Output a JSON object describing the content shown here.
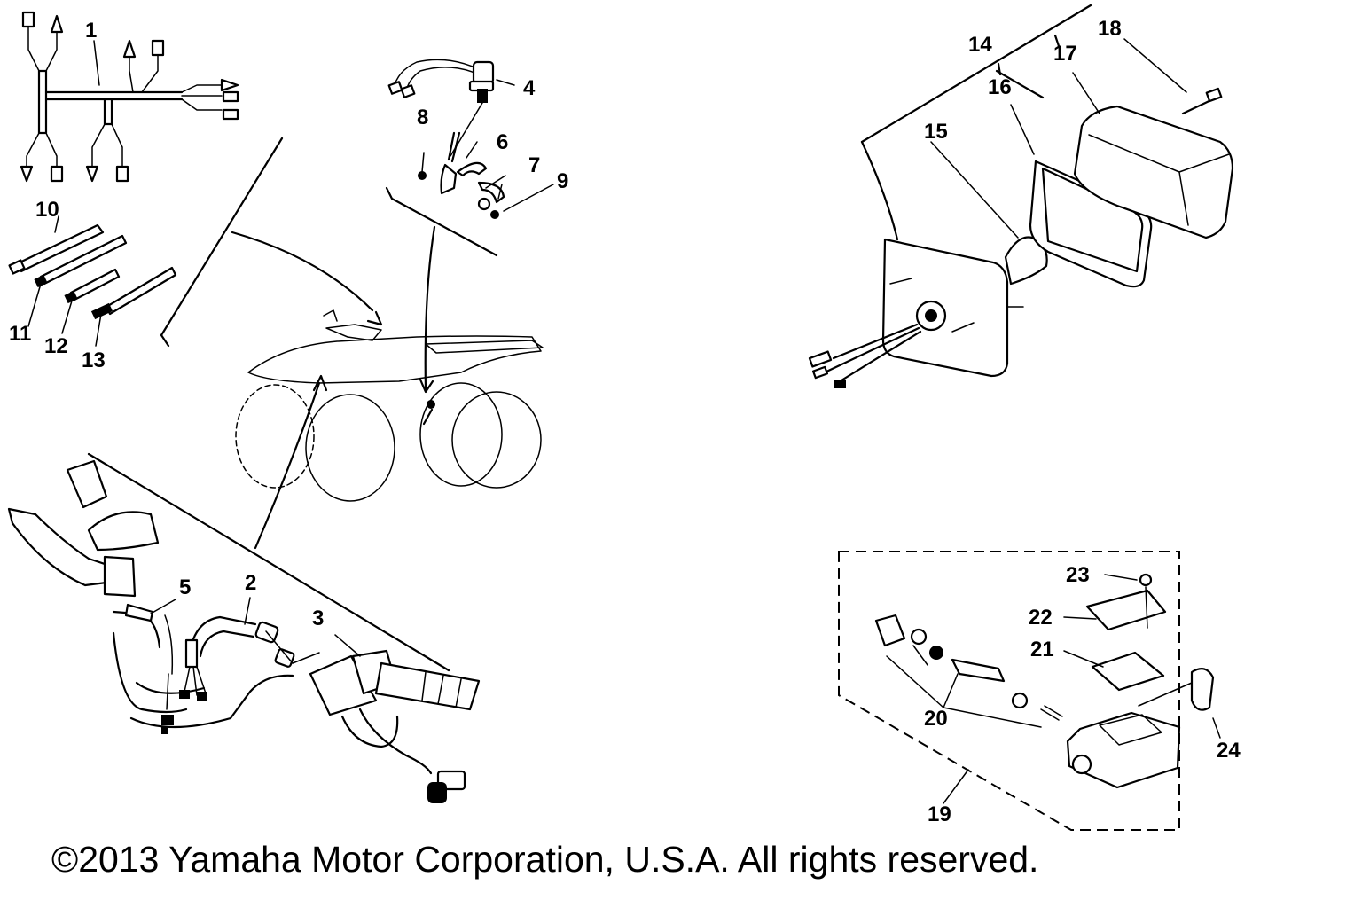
{
  "diagram": {
    "callouts": [
      {
        "id": "c1",
        "text": "1"
      },
      {
        "id": "c2",
        "text": "2"
      },
      {
        "id": "c3",
        "text": "3"
      },
      {
        "id": "c4",
        "text": "4"
      },
      {
        "id": "c5",
        "text": "5"
      },
      {
        "id": "c6",
        "text": "6"
      },
      {
        "id": "c7",
        "text": "7"
      },
      {
        "id": "c8",
        "text": "8"
      },
      {
        "id": "c9",
        "text": "9"
      },
      {
        "id": "c10",
        "text": "10"
      },
      {
        "id": "c11",
        "text": "11"
      },
      {
        "id": "c12",
        "text": "12"
      },
      {
        "id": "c13",
        "text": "13"
      },
      {
        "id": "c14",
        "text": "14"
      },
      {
        "id": "c15",
        "text": "15"
      },
      {
        "id": "c16",
        "text": "16"
      },
      {
        "id": "c17",
        "text": "17"
      },
      {
        "id": "c18",
        "text": "18"
      },
      {
        "id": "c19",
        "text": "19"
      },
      {
        "id": "c20",
        "text": "20"
      },
      {
        "id": "c21",
        "text": "21"
      },
      {
        "id": "c22",
        "text": "22"
      },
      {
        "id": "c23",
        "text": "23"
      },
      {
        "id": "c24",
        "text": "24"
      }
    ]
  },
  "footer": {
    "copyright": "©2013 Yamaha Motor Corporation, U.S.A. All rights reserved."
  }
}
